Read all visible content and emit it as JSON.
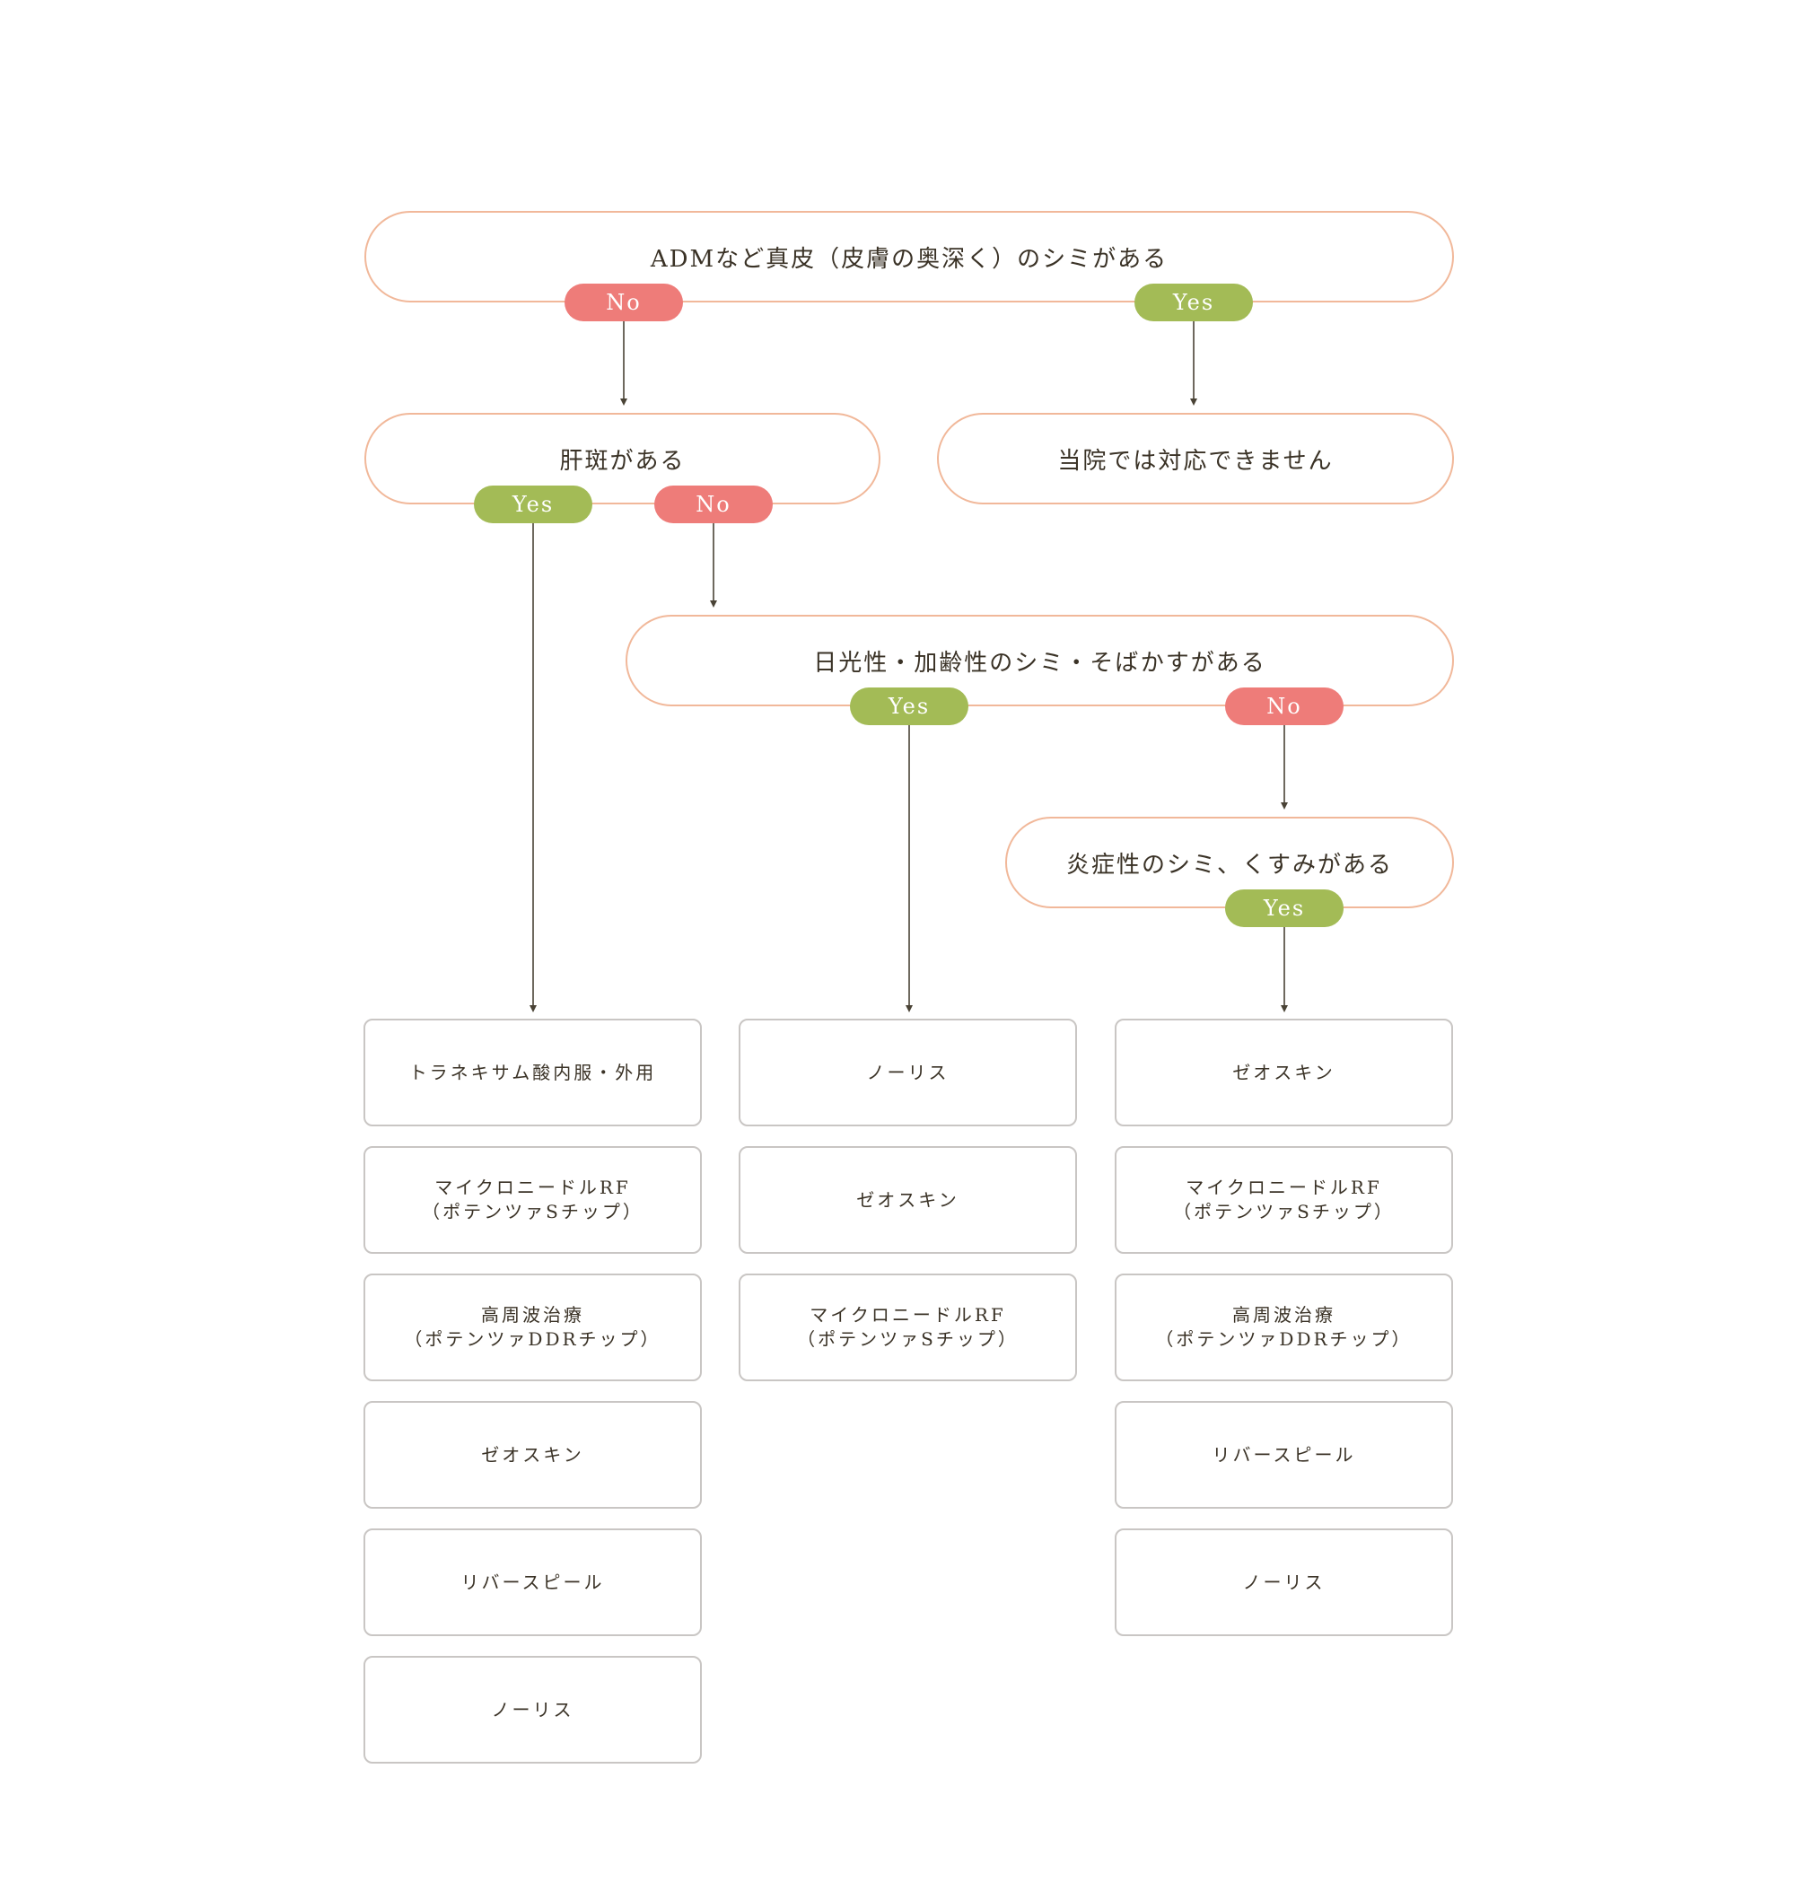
{
  "colors": {
    "question_border": "#f1b89a",
    "no_pill": "#ee7c79",
    "yes_pill": "#a3bb56",
    "treatment_border": "#c9c6c4",
    "arrow": "#4a4336",
    "text": "#3a3226"
  },
  "questions": {
    "q1": "ADMなど真皮（皮膚の奥深く）のシミがある",
    "q2": "肝斑がある",
    "q3": "当院では対応できません",
    "q4": "日光性・加齢性のシミ・そばかすがある",
    "q5": "炎症性のシミ、くすみがある"
  },
  "answers": {
    "no": "No",
    "yes": "Yes"
  },
  "columns": [
    {
      "items": [
        "トラネキサム酸内服・外用",
        "マイクロニードルRF\n（ポテンツァSチップ）",
        "高周波治療\n（ポテンツァDDRチップ）",
        "ゼオスキン",
        "リバースピール",
        "ノーリス"
      ]
    },
    {
      "items": [
        "ノーリス",
        "ゼオスキン",
        "マイクロニードルRF\n（ポテンツァSチップ）"
      ]
    },
    {
      "items": [
        "ゼオスキン",
        "マイクロニードルRF\n（ポテンツァSチップ）",
        "高周波治療\n（ポテンツァDDRチップ）",
        "リバースピール",
        "ノーリス"
      ]
    }
  ]
}
